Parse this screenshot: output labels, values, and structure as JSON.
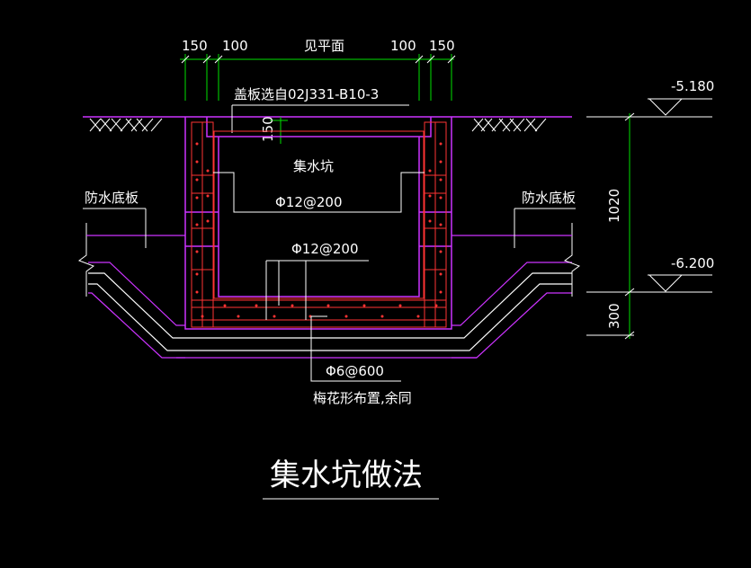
{
  "drawing": {
    "title": "集水坑做法",
    "colors": {
      "background": "#000000",
      "dimension": "#00e000",
      "structure": "#cc33ff",
      "rebar": "#ff3333",
      "leader": "#ffffff",
      "text": "#ffffff"
    },
    "top_dims": {
      "d1": "150",
      "d2": "100",
      "d3": "见平面",
      "d4": "100",
      "d5": "150"
    },
    "cover_note": "盖板选自02J331-B10-3",
    "cover_thk": "150",
    "pit_label": "集水坑",
    "rebar_upper": "Φ12@200",
    "rebar_lower": "Φ12@200",
    "left_waterproof": "防水底板",
    "right_waterproof": "防水底板",
    "elev_top": "-5.180",
    "elev_bottom": "-6.200",
    "dim_depth": "1020",
    "dim_slab": "300",
    "tie_bar": "Φ6@600",
    "tie_note": "梅花形布置,余同"
  }
}
